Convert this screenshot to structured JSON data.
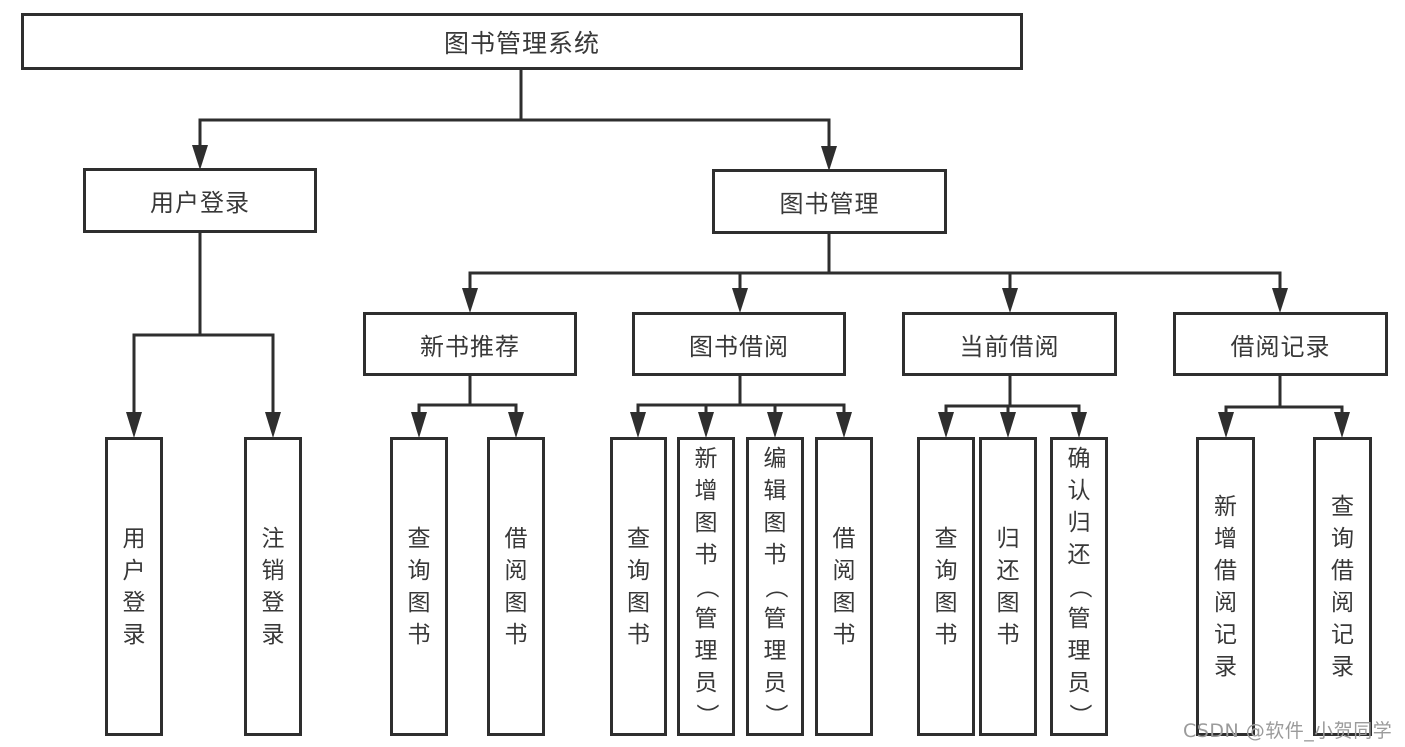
{
  "diagram": {
    "title": "图书管理系统",
    "root": {
      "label": "图书管理系统"
    },
    "level2": [
      {
        "id": "user-login",
        "label": "用户登录"
      },
      {
        "id": "book-management",
        "label": "图书管理"
      }
    ],
    "level3": [
      {
        "id": "new-book-recommend",
        "label": "新书推荐",
        "parent": "图书管理"
      },
      {
        "id": "book-borrowing",
        "label": "图书借阅",
        "parent": "图书管理"
      },
      {
        "id": "current-borrowing",
        "label": "当前借阅",
        "parent": "图书管理"
      },
      {
        "id": "borrowing-records",
        "label": "借阅记录",
        "parent": "图书管理"
      }
    ],
    "leaves": [
      {
        "label": "用户登录",
        "parent": "用户登录"
      },
      {
        "label": "注销登录",
        "parent": "用户登录"
      },
      {
        "label": "查询图书",
        "parent": "新书推荐"
      },
      {
        "label": "借阅图书",
        "parent": "新书推荐"
      },
      {
        "label": "查询图书",
        "parent": "图书借阅"
      },
      {
        "label": "新增图书（管理员）",
        "parent": "图书借阅"
      },
      {
        "label": "编辑图书（管理员）",
        "parent": "图书借阅"
      },
      {
        "label": "借阅图书",
        "parent": "图书借阅"
      },
      {
        "label": "查询图书",
        "parent": "当前借阅"
      },
      {
        "label": "归还图书",
        "parent": "当前借阅"
      },
      {
        "label": "确认归还（管理员）",
        "parent": "当前借阅"
      },
      {
        "label": "新增借阅记录",
        "parent": "借阅记录"
      },
      {
        "label": "查询借阅记录",
        "parent": "借阅记录"
      }
    ]
  },
  "watermark": {
    "text": "CSDN @软件_小贺同学",
    "color": "#9b9b9b"
  },
  "colors": {
    "line": "#2e2e2e",
    "text": "#383838",
    "background": "#ffffff"
  }
}
